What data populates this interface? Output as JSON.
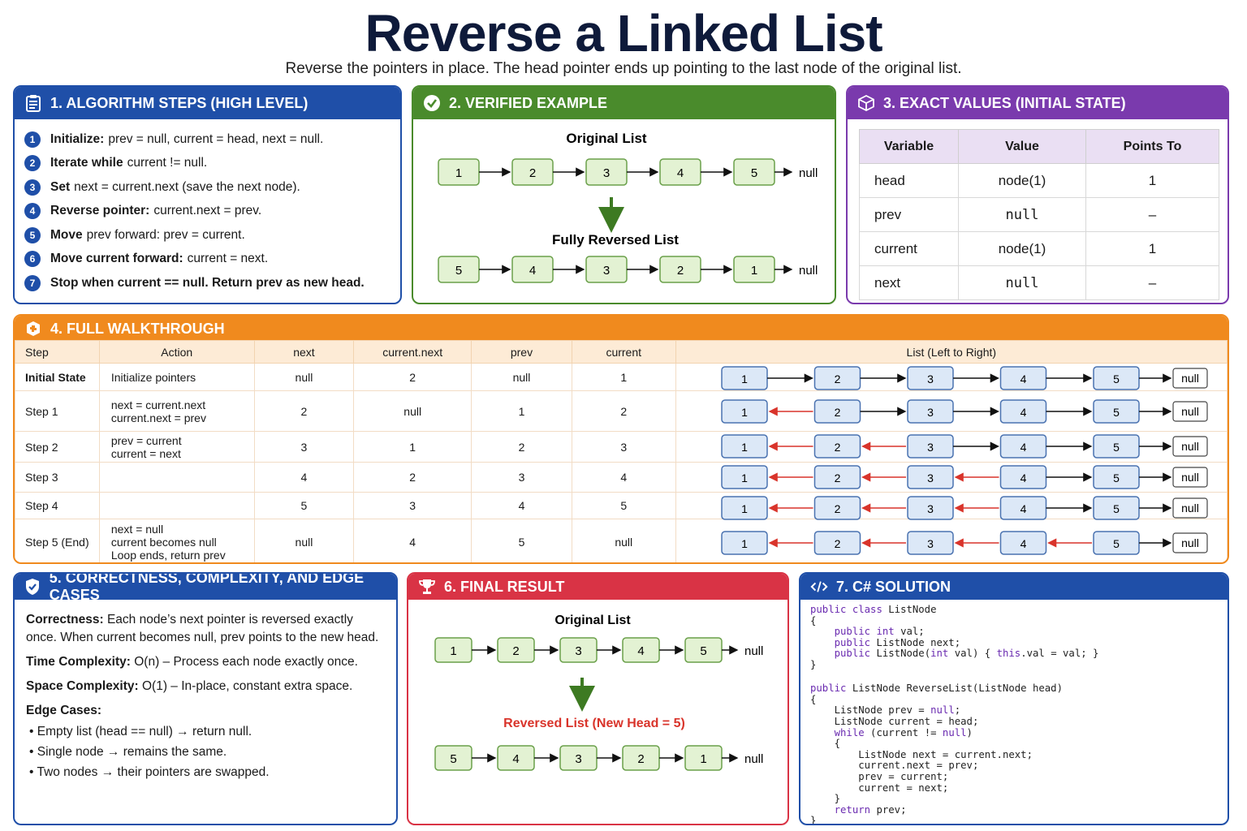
{
  "header": {
    "title": "Reverse a Linked List",
    "subtitle": "Reverse the pointers in place. The head pointer ends up pointing to the last node of the original list."
  },
  "panel1": {
    "title": "1. ALGORITHM STEPS (HIGH LEVEL)",
    "steps": [
      {
        "num": "1",
        "bold": "Initialize:",
        "text": "prev = null, current = head, next = null."
      },
      {
        "num": "2",
        "bold": "Iterate while",
        "text": "current != null."
      },
      {
        "num": "3",
        "bold": "Set",
        "text": "next = current.next (save the next node)."
      },
      {
        "num": "4",
        "bold": "Reverse pointer:",
        "text": "current.next = prev."
      },
      {
        "num": "5",
        "bold": "Move",
        "text": "prev forward: prev = current."
      },
      {
        "num": "6",
        "bold": "Move current forward:",
        "text": "current = next."
      },
      {
        "num": "7",
        "bold": "Stop when current == null. Return prev as new head.",
        "text": ""
      }
    ]
  },
  "panel2": {
    "title": "2. VERIFIED EXAMPLE",
    "original_label": "Original List",
    "reversed_label": "Fully Reversed List",
    "original_nodes": [
      "1",
      "2",
      "3",
      "4",
      "5"
    ],
    "reversed_nodes": [
      "5",
      "4",
      "3",
      "2",
      "1"
    ],
    "null_label": "null"
  },
  "panel3": {
    "title": "3. EXACT VALUES (INITIAL STATE)",
    "headers": [
      "Variable",
      "Value",
      "Points To"
    ],
    "rows": [
      [
        "head",
        "node(1)",
        "1"
      ],
      [
        "prev",
        "null",
        "–"
      ],
      [
        "current",
        "node(1)",
        "1"
      ],
      [
        "next",
        "null",
        "–"
      ]
    ]
  },
  "panel4": {
    "title": "4. FULL WALKTHROUGH",
    "headers": [
      "Step",
      "Action",
      "next",
      "current.next",
      "prev",
      "current",
      "List (Left to Right)"
    ],
    "rows": [
      {
        "step": "Initial State",
        "action": [
          "Initialize pointers"
        ],
        "next": "null",
        "current_next": "2",
        "prev": "null",
        "current": "1"
      },
      {
        "step": "Step 1",
        "action": [
          "next = current.next",
          "current.next = prev"
        ],
        "next": "2",
        "current_next": "null",
        "prev": "1",
        "current": "2"
      },
      {
        "step": "Step 2",
        "action": [
          "prev = current",
          "current = next"
        ],
        "next": "3",
        "current_next": "1",
        "prev": "2",
        "current": "3"
      },
      {
        "step": "Step 3",
        "action": [],
        "next": "4",
        "current_next": "2",
        "prev": "3",
        "current": "4"
      },
      {
        "step": "Step 4",
        "action": [],
        "next": "5",
        "current_next": "3",
        "prev": "4",
        "current": "5"
      },
      {
        "step": "Step 5 (End)",
        "action": [
          "next = null",
          "current becomes null",
          "Loop ends, return prev"
        ],
        "next": "null",
        "current_next": "4",
        "prev": "5",
        "current": "null"
      }
    ],
    "list_nodes": [
      "1",
      "2",
      "3",
      "4",
      "5"
    ],
    "null_label": "null",
    "reversed_links_per_row": [
      0,
      1,
      2,
      3,
      3,
      4
    ]
  },
  "panel5": {
    "title": "5. CORRECTNESS, COMPLEXITY, AND EDGE CASES",
    "correctness_label": "Correctness:",
    "correctness_text": "Each node’s next pointer is reversed exactly once. When current becomes null, prev points to the new head.",
    "time_label": "Time Complexity:",
    "time_text": "O(n) – Process each node exactly once.",
    "space_label": "Space Complexity:",
    "space_text": "O(1) – In-place, constant extra space.",
    "edge_label": "Edge Cases:",
    "edge_cases": [
      "• Empty list (head == null) → return null.",
      "• Single node → remains the same.",
      "• Two nodes → their pointers are swapped."
    ]
  },
  "panel6": {
    "title": "6. FINAL RESULT",
    "original_label": "Original List",
    "reversed_label": "Reversed List (New Head = 5)",
    "original_nodes": [
      "1",
      "2",
      "3",
      "4",
      "5"
    ],
    "reversed_nodes": [
      "5",
      "4",
      "3",
      "2",
      "1"
    ],
    "null_label": "null"
  },
  "panel7": {
    "title": "7. C# SOLUTION",
    "code_lines": [
      "public class ListNode",
      "{",
      "    public int val;",
      "    public ListNode next;",
      "    public ListNode(int val) { this.val = val; }",
      "}",
      "",
      "public ListNode ReverseList(ListNode head)",
      "{",
      "    ListNode prev = null;",
      "    ListNode current = head;",
      "    while (current != null)",
      "    {",
      "        ListNode next = current.next;",
      "        current.next = prev;",
      "        prev = current;",
      "        current = next;",
      "    }",
      "    return prev;",
      "}"
    ]
  },
  "colors": {
    "blue": "#1f4fa8",
    "green": "#4a8b2c",
    "purple": "#7a3aad",
    "orange": "#f08a1e",
    "red": "#d93345",
    "node_green_fill": "#e3f2d3",
    "node_blue_fill": "#dce8f7",
    "reverse_arrow": "#d9342b"
  },
  "icons": [
    "clipboard-icon",
    "check-circle-icon",
    "cube-icon",
    "puzzle-icon",
    "shield-icon",
    "trophy-icon",
    "code-icon"
  ]
}
